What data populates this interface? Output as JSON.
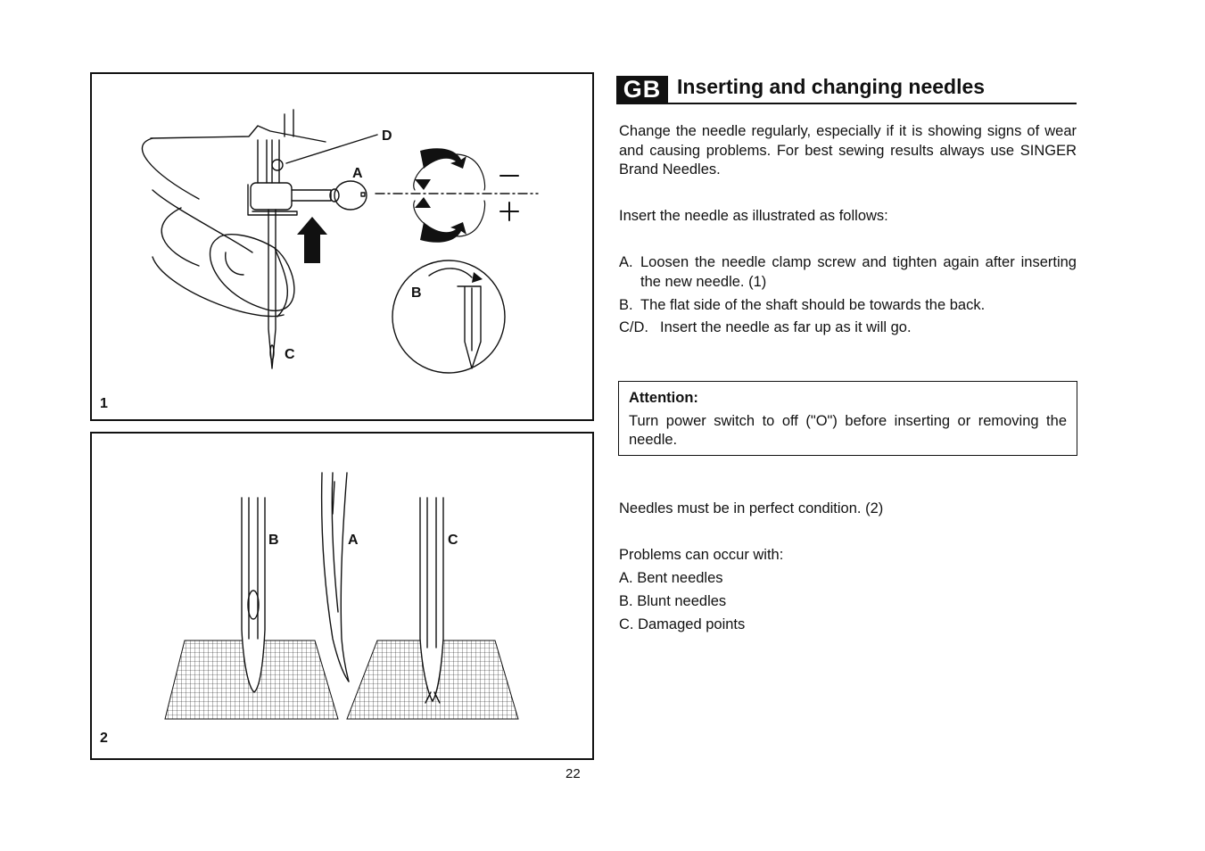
{
  "figure1": {
    "number": "1",
    "labels": {
      "a": "A",
      "b": "B",
      "c": "C",
      "d": "D"
    },
    "minus_sign": "−",
    "plus_sign": "+"
  },
  "figure2": {
    "number": "2",
    "labels": {
      "b": "B",
      "a": "A",
      "c": "C"
    }
  },
  "page_number": "22",
  "header": {
    "language_badge": "GB",
    "title": "Inserting and changing needles"
  },
  "body": {
    "intro": "Change the needle regularly, especially if it is showing signs of wear and causing problems. For best sewing results always use SINGER Brand Needles.",
    "instruction": "Insert the needle  as illustrated as follows:",
    "steps": [
      {
        "key": "A.",
        "text": "Loosen the needle clamp screw and tighten again after inserting the new needle. (1)"
      },
      {
        "key": "B.",
        "text": "The flat side of the shaft should be towards the back."
      },
      {
        "key": "C/D.",
        "text": "Insert the needle as far up as it will go."
      }
    ],
    "attention": {
      "title": "Attention:",
      "text": "Turn power switch to off (\"O\") before inserting or removing the needle."
    },
    "condition": "Needles must be in perfect condition. (2)",
    "problems_title": "Problems can occur with:",
    "problems": [
      {
        "key": "A.",
        "text": "Bent needles"
      },
      {
        "key": "B.",
        "text": "Blunt needles"
      },
      {
        "key": "C.",
        "text": "Damaged points"
      }
    ]
  }
}
